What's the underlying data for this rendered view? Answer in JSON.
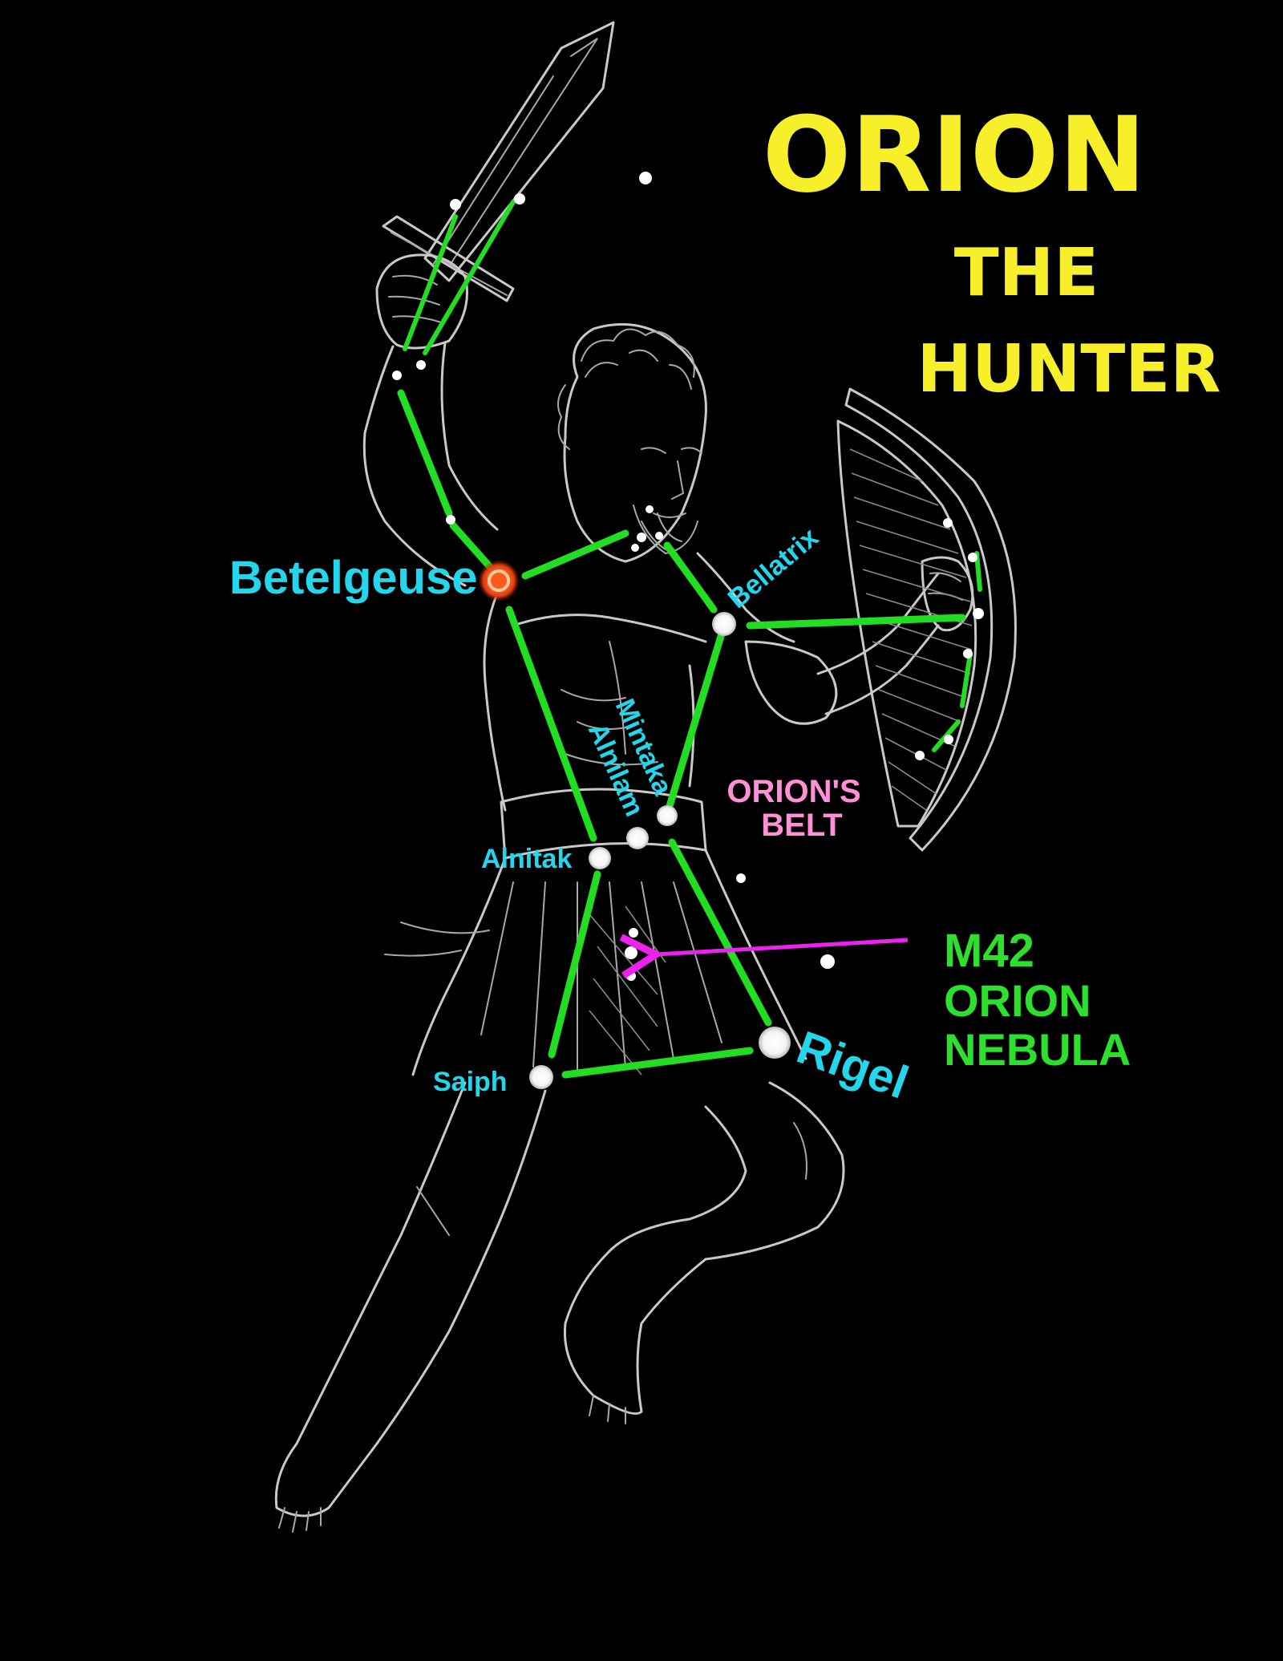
{
  "title": {
    "line1": "ORION",
    "line2": "THE",
    "line3": "HUNTER"
  },
  "stars": {
    "betelgeuse": "Betelgeuse",
    "bellatrix": "Bellatrix",
    "mintaka": "Mintaka",
    "alnilam": "Alnilam",
    "alnitak": "Alnitak",
    "saiph": "Saiph",
    "rigel": "Rigel"
  },
  "belt": {
    "line1": "ORION'S",
    "line2": "BELT"
  },
  "nebula": {
    "line1": "M42",
    "line2": "ORION",
    "line3": "NEBULA"
  },
  "colors": {
    "background": "#000000",
    "title": "#f7ef2a",
    "star_labels": "#23d6ec",
    "belt_label": "#ff8fd6",
    "nebula_label": "#2ee02e",
    "figure_lines": "#22dd22",
    "arrow": "#ee22ee",
    "betelgeuse_star": "#ff5a1a"
  }
}
